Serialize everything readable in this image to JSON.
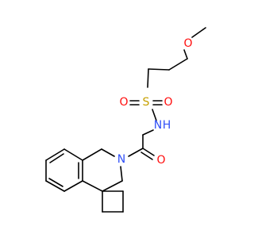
{
  "molecule": {
    "atoms": {
      "methoxy_o": {
        "symbol": "O",
        "color": "#ff0d0d"
      },
      "sulfur": {
        "symbol": "S",
        "color": "#c6a000"
      },
      "sulfonyl_o_left": {
        "symbol": "O",
        "color": "#ff0d0d"
      },
      "sulfonyl_o_right": {
        "symbol": "O",
        "color": "#ff0d0d"
      },
      "sulfonamide_n": {
        "symbol": "N",
        "color": "#3050f8"
      },
      "sulfonamide_h": {
        "symbol": "H",
        "color": "#3050f8"
      },
      "ring_n": {
        "symbol": "N",
        "color": "#3050f8"
      },
      "carbonyl_o": {
        "symbol": "O",
        "color": "#ff0d0d"
      }
    },
    "bond_color": "#000000"
  }
}
